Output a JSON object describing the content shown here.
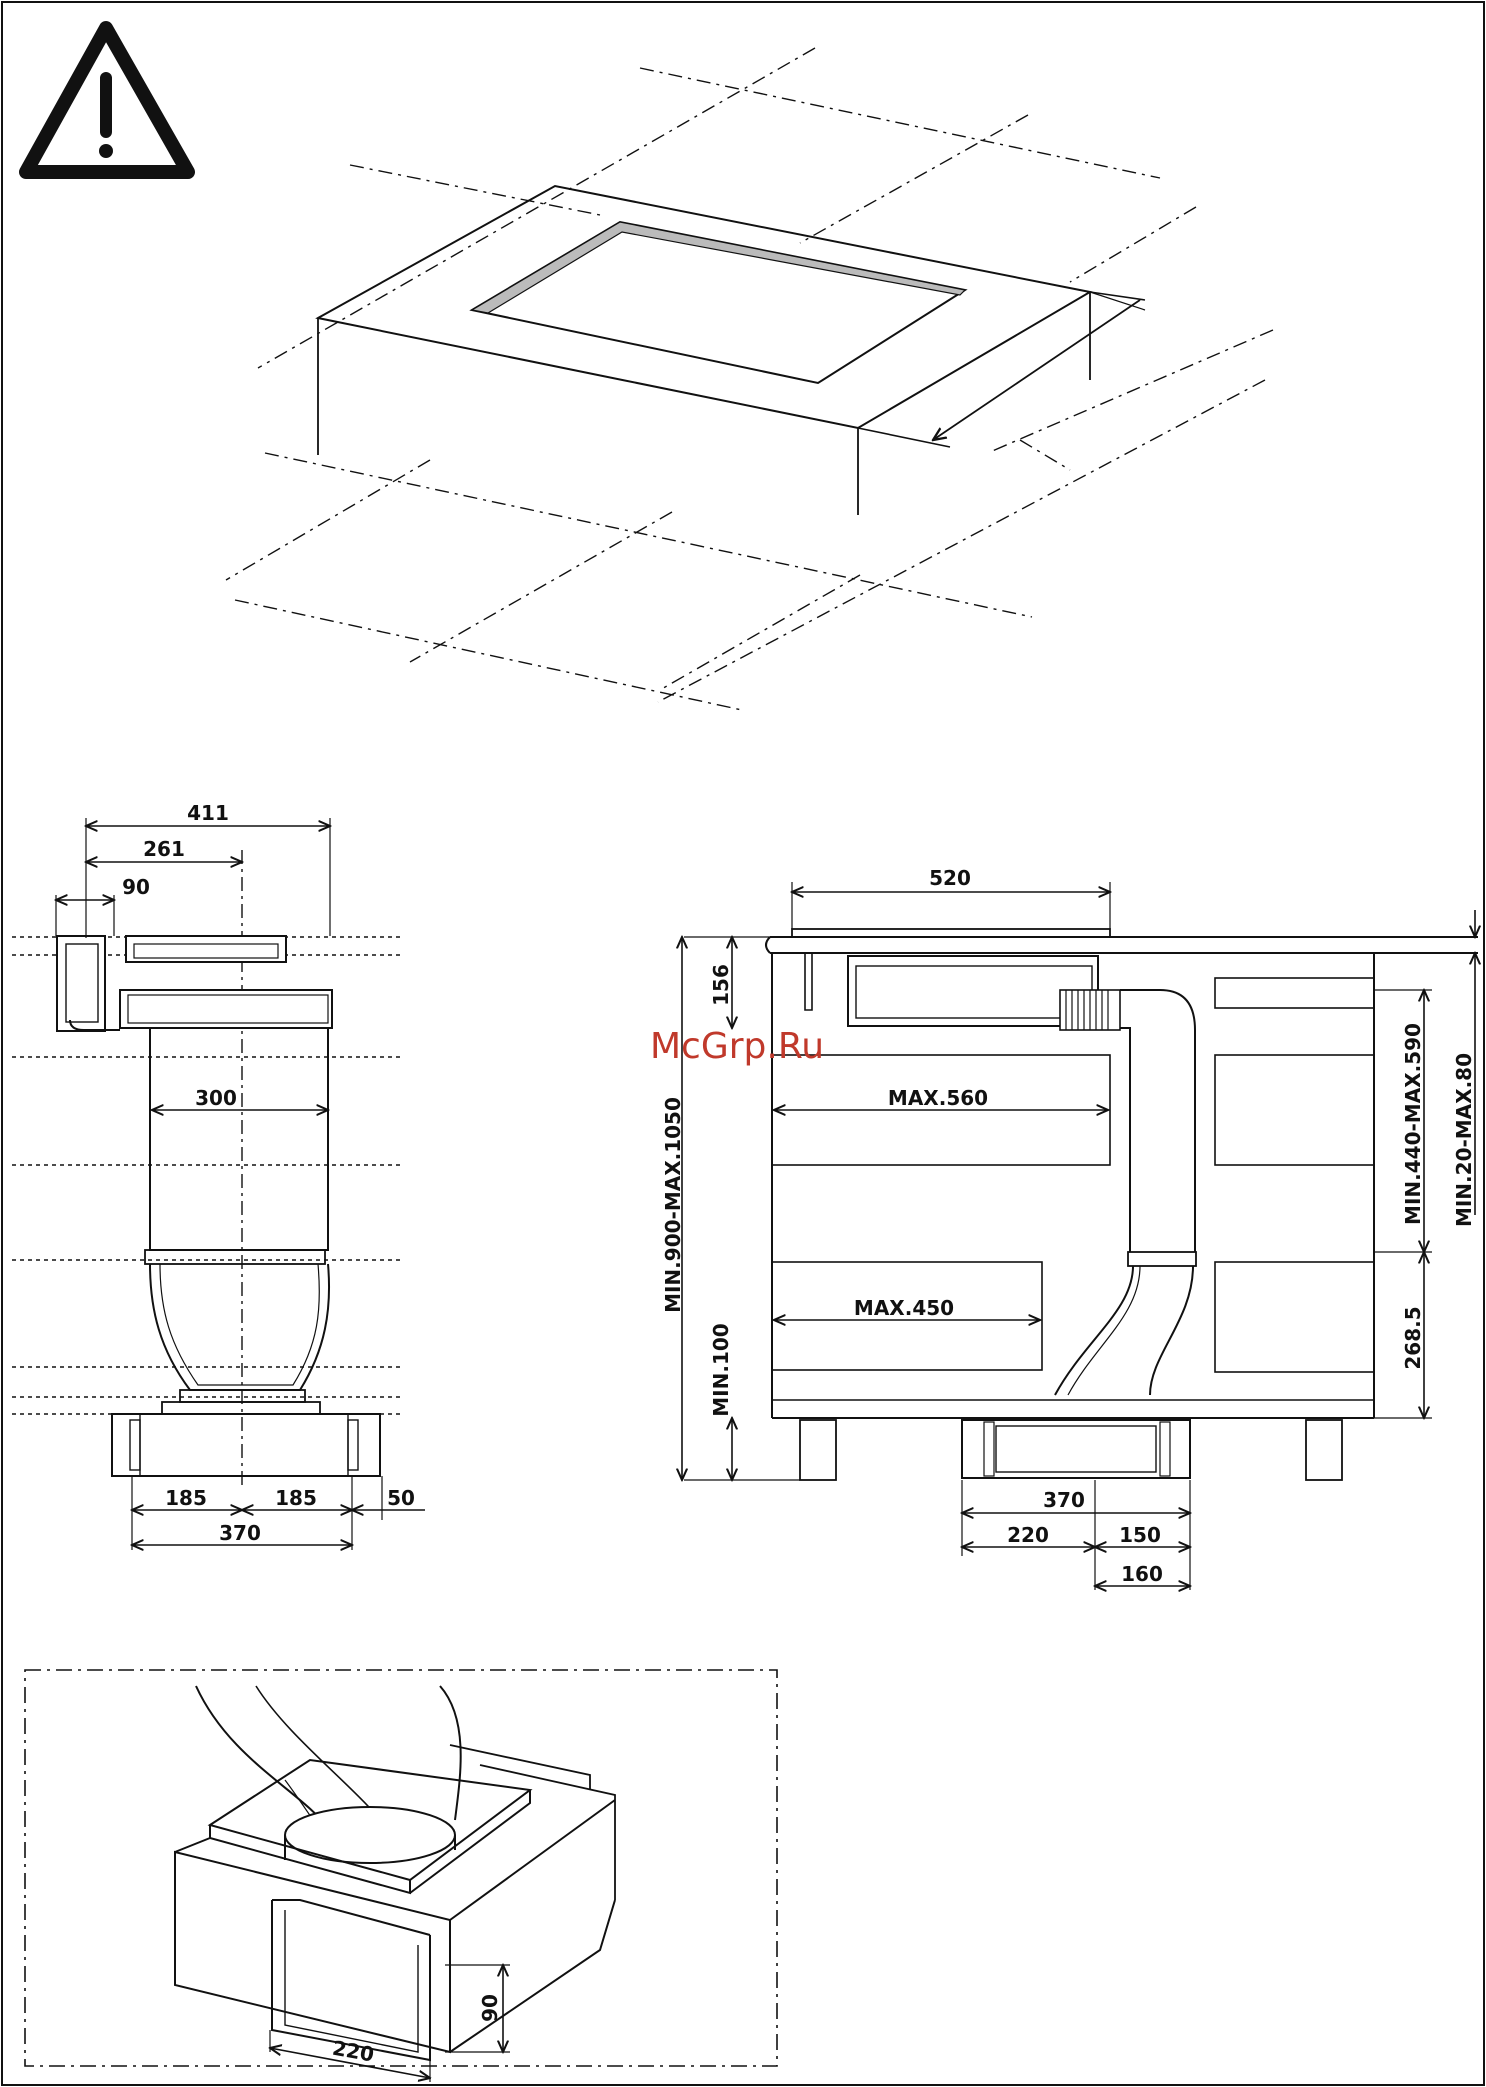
{
  "watermark": {
    "text": "McGrp.Ru",
    "color": "#c0392b"
  },
  "icons": {
    "warning": "warning-triangle-icon"
  },
  "colors": {
    "line": "#111111",
    "panel_gray": "#bbbbbb",
    "paper": "#ffffff"
  },
  "side_view": {
    "dims": {
      "w411": "411",
      "w261": "261",
      "w90": "90",
      "w300": "300",
      "w185a": "185",
      "w185b": "185",
      "w50": "50",
      "w370": "370"
    }
  },
  "front_view": {
    "dims": {
      "w520": "520",
      "h156": "156",
      "max560": "MAX.560",
      "max450": "MAX.450",
      "min100": "MIN.100",
      "min900_1050": "MIN.900-MAX.1050",
      "min440_590": "MIN.440-MAX.590",
      "min20_80": "MIN.20-MAX.80",
      "h268": "268.5",
      "w370": "370",
      "w220": "220",
      "w150": "150",
      "w160": "160"
    }
  },
  "detail_view": {
    "dims": {
      "w220": "220",
      "h90": "90"
    }
  }
}
